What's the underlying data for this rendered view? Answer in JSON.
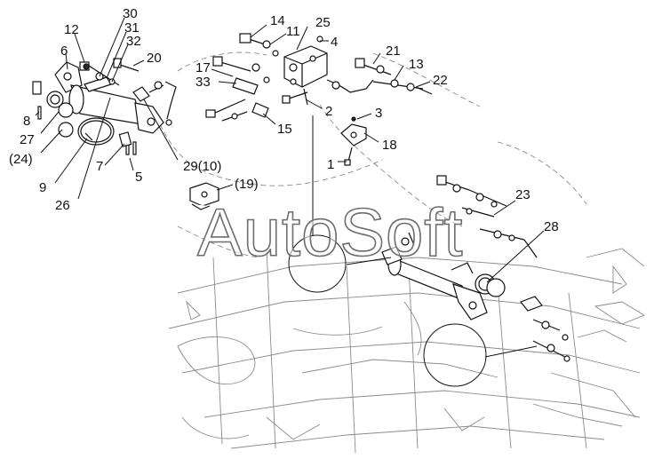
{
  "watermark": "AutoSoft",
  "callouts": {
    "c12": "12",
    "c30": "30",
    "c31": "31",
    "c32": "32",
    "c6": "6",
    "c20": "20",
    "c14": "14",
    "c11": "11",
    "c25": "25",
    "c4": "4",
    "c17": "17",
    "c33": "33",
    "c21": "21",
    "c13": "13",
    "c22": "22",
    "c2": "2",
    "c3": "3",
    "c15": "15",
    "c18": "18",
    "c1": "1",
    "c8": "8",
    "c27": "27",
    "c24": "(24)",
    "c9": "9",
    "c7": "7",
    "c5": "5",
    "c29": "29(10)",
    "c26": "26",
    "c19": "(19)",
    "c23": "23",
    "c28": "28"
  }
}
